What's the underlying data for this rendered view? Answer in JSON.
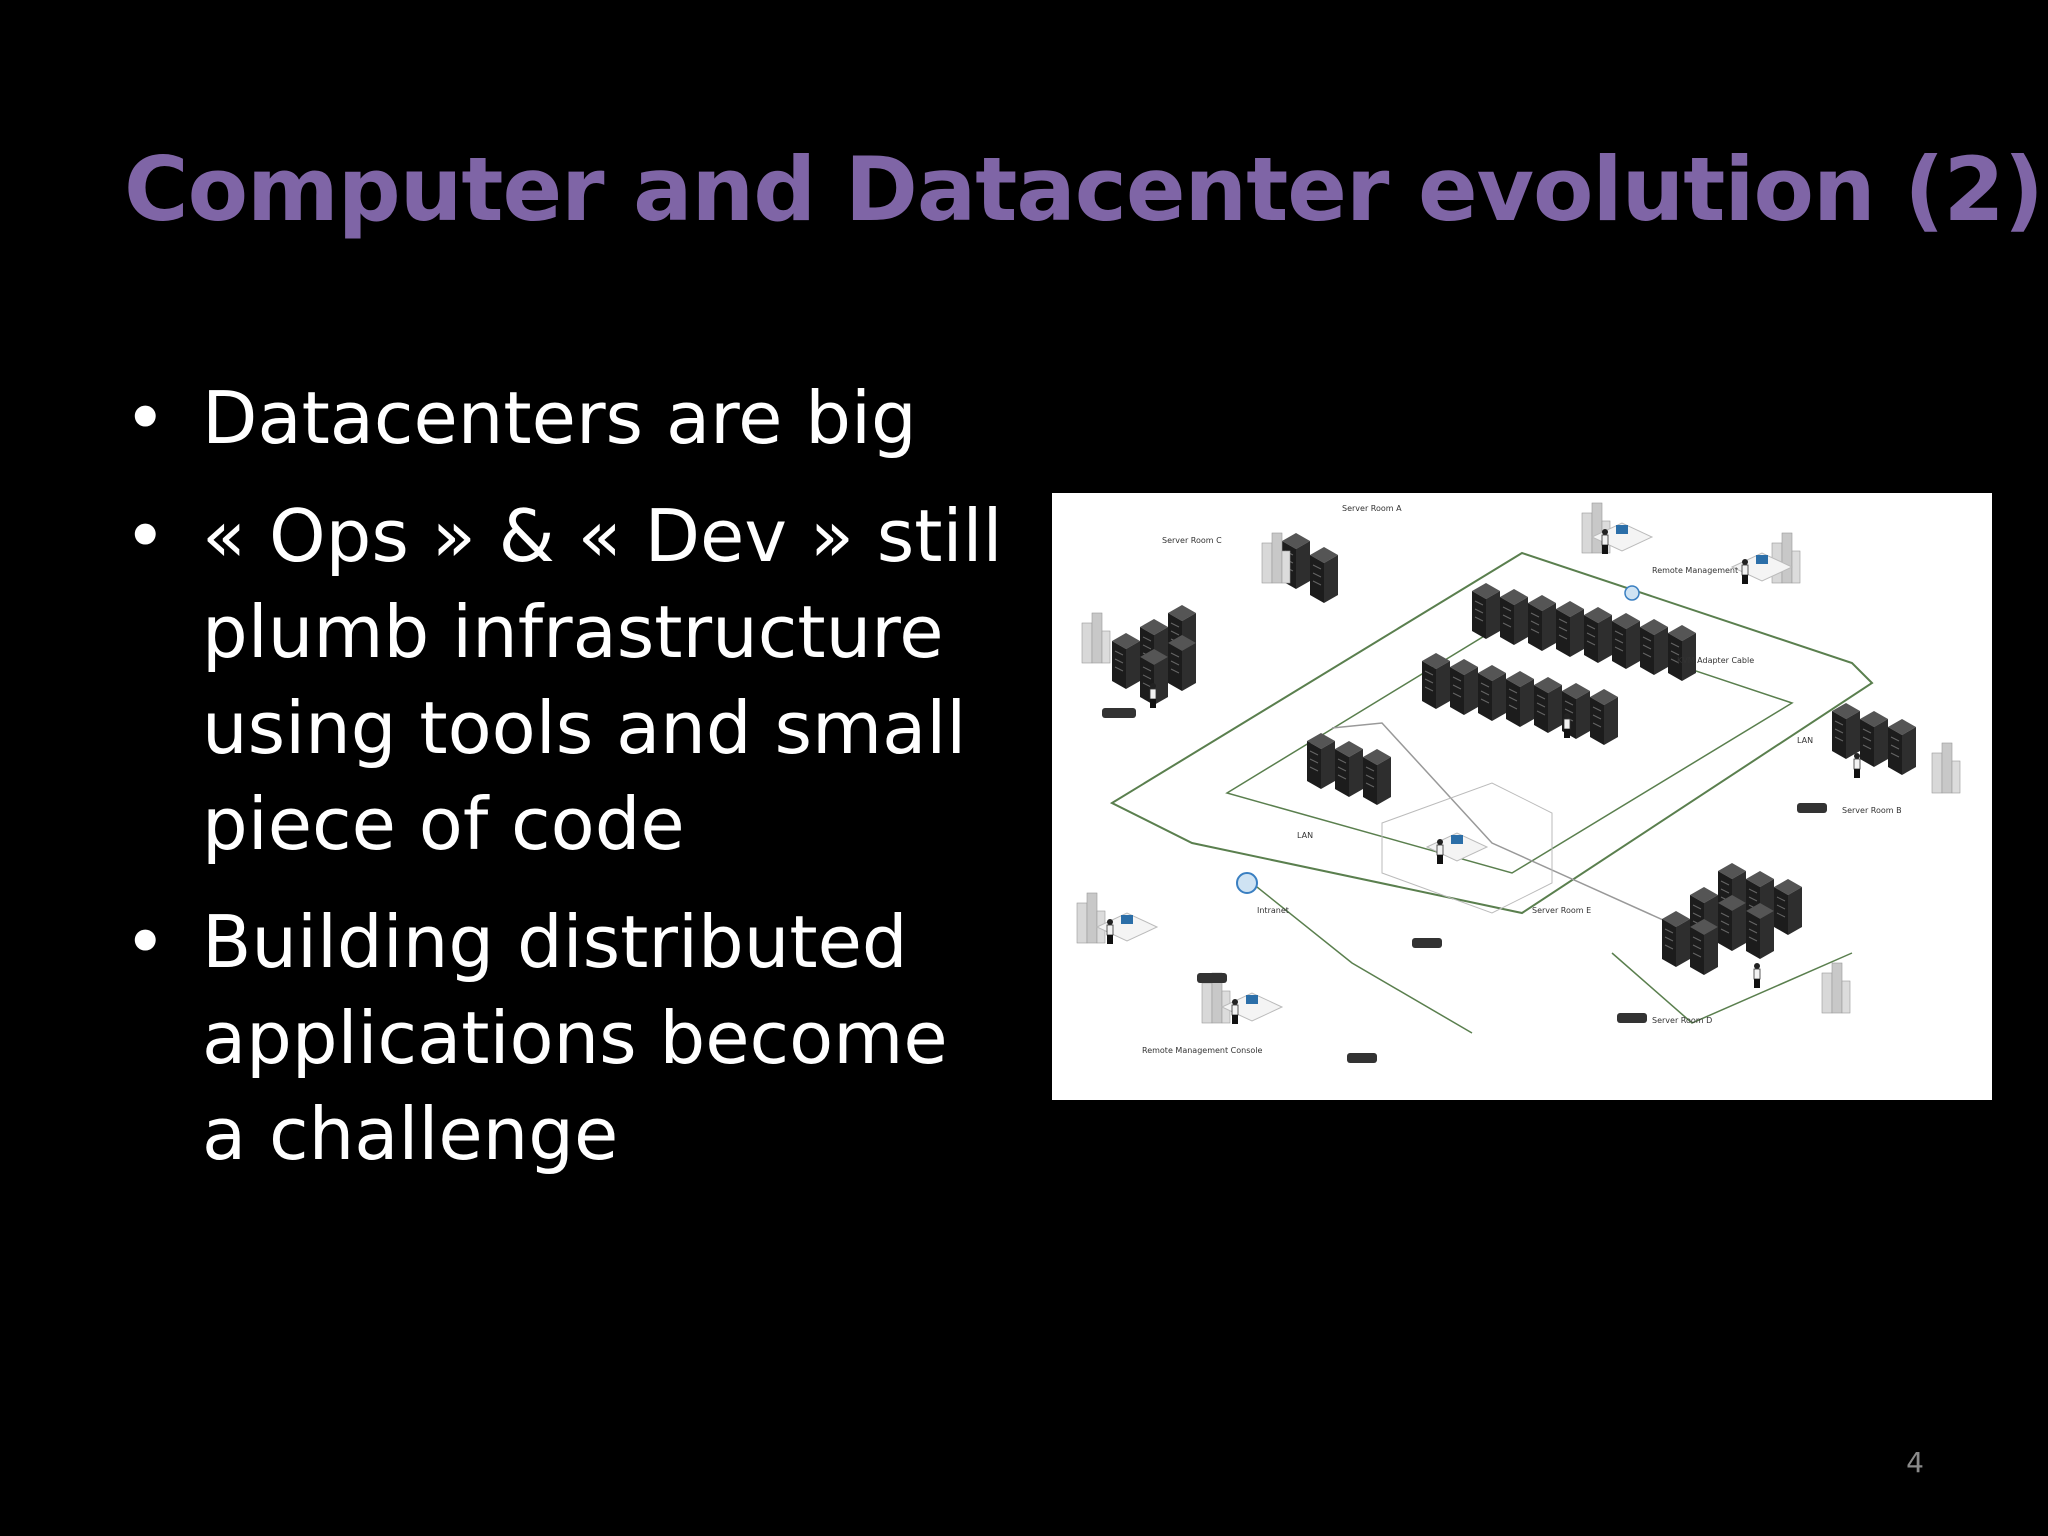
{
  "colors": {
    "background": "#000000",
    "title": "#7f65a6",
    "text": "#ffffff",
    "page_number": "#8a8a8a"
  },
  "slide": {
    "title": "Computer and Datacenter evolution (2)",
    "bullet_symbol": "•",
    "bullets": [
      {
        "text": "Datacenters are big"
      },
      {
        "text": "« Ops » & « Dev » still plumb infrastructure using tools and small piece of code"
      },
      {
        "text": "Building distributed applications become a challenge"
      }
    ],
    "page_number": "4"
  },
  "diagram": {
    "labels": {
      "room_a": "Server Room A",
      "room_b": "Server Room B",
      "room_c": "Server Room C",
      "room_d": "Server Room D",
      "room_e": "Server Room E",
      "remote_console": "Remote Management Console",
      "remote_mgmt": "Remote Management",
      "intranet": "Intranet",
      "lan": "LAN",
      "kvm_cable": "KVM Adapter Cable"
    }
  }
}
